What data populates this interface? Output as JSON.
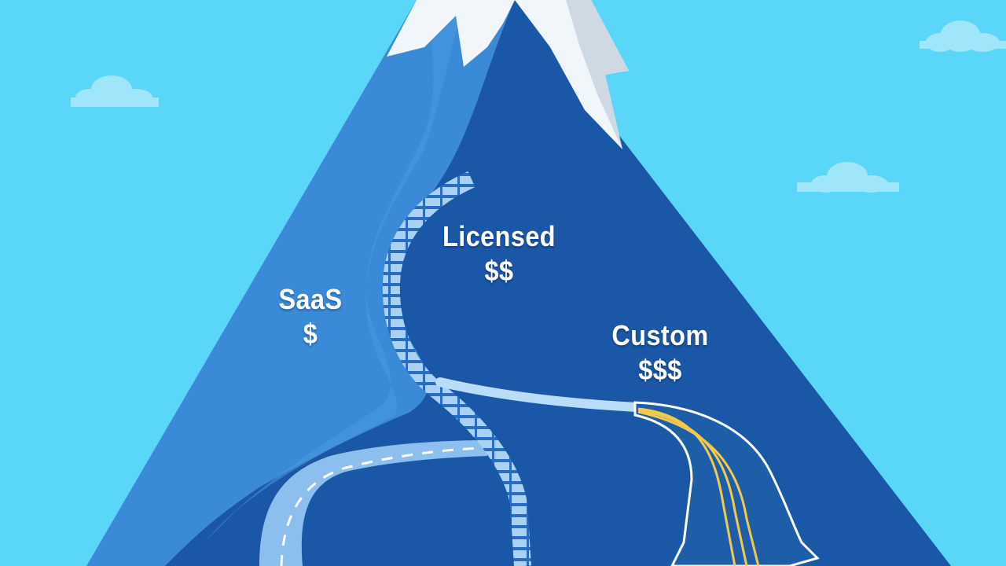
{
  "paths": {
    "saas": {
      "label": "SaaS",
      "cost": "$"
    },
    "licensed": {
      "label": "Licensed",
      "cost": "$$"
    },
    "custom": {
      "label": "Custom",
      "cost": "$$$"
    }
  },
  "colors": {
    "sky": "#5ad6f8",
    "mountain_left": "#3a8ad8",
    "mountain_right": "#1a57a6",
    "snow": "#f1f6fb",
    "road_light": "#9cc8f2",
    "road_stripe": "#1a57a6",
    "highway": "#1e5ea8",
    "highway_line": "#f2c94c"
  }
}
